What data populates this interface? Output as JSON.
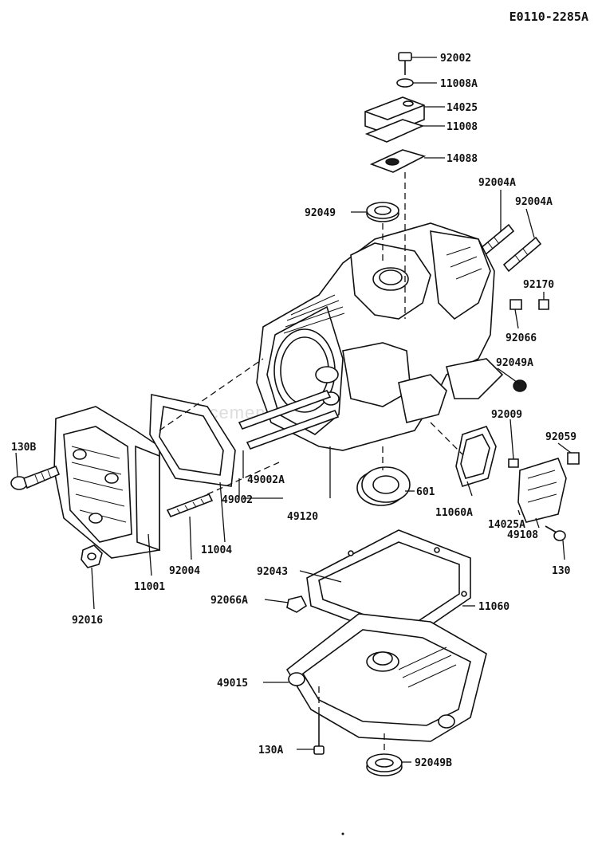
{
  "drawing_id": "E0110-2285A",
  "watermark": "ReplacementParts.com",
  "callouts": [
    {
      "id": "c-92002",
      "label": "92002"
    },
    {
      "id": "c-11008a",
      "label": "11008A"
    },
    {
      "id": "c-14025",
      "label": "14025"
    },
    {
      "id": "c-11008",
      "label": "11008"
    },
    {
      "id": "c-14088",
      "label": "14088"
    },
    {
      "id": "c-92004a-1",
      "label": "92004A"
    },
    {
      "id": "c-92004a-2",
      "label": "92004A"
    },
    {
      "id": "c-92049",
      "label": "92049"
    },
    {
      "id": "c-92170",
      "label": "92170"
    },
    {
      "id": "c-92066",
      "label": "92066"
    },
    {
      "id": "c-92049a",
      "label": "92049A"
    },
    {
      "id": "c-92009",
      "label": "92009"
    },
    {
      "id": "c-92059",
      "label": "92059"
    },
    {
      "id": "c-130b",
      "label": "130B"
    },
    {
      "id": "c-49002a",
      "label": "49002A"
    },
    {
      "id": "c-49002",
      "label": "49002"
    },
    {
      "id": "c-49120",
      "label": "49120"
    },
    {
      "id": "c-601",
      "label": "601"
    },
    {
      "id": "c-11060a",
      "label": "11060A"
    },
    {
      "id": "c-14025a",
      "label": "14025A"
    },
    {
      "id": "c-49108",
      "label": "49108"
    },
    {
      "id": "c-130",
      "label": "130"
    },
    {
      "id": "c-11004",
      "label": "11004"
    },
    {
      "id": "c-92004",
      "label": "92004"
    },
    {
      "id": "c-92043",
      "label": "92043"
    },
    {
      "id": "c-92066a",
      "label": "92066A"
    },
    {
      "id": "c-11060",
      "label": "11060"
    },
    {
      "id": "c-11001",
      "label": "11001"
    },
    {
      "id": "c-92016",
      "label": "92016"
    },
    {
      "id": "c-49015",
      "label": "49015"
    },
    {
      "id": "c-130a",
      "label": "130A"
    },
    {
      "id": "c-92049b",
      "label": "92049B"
    }
  ]
}
